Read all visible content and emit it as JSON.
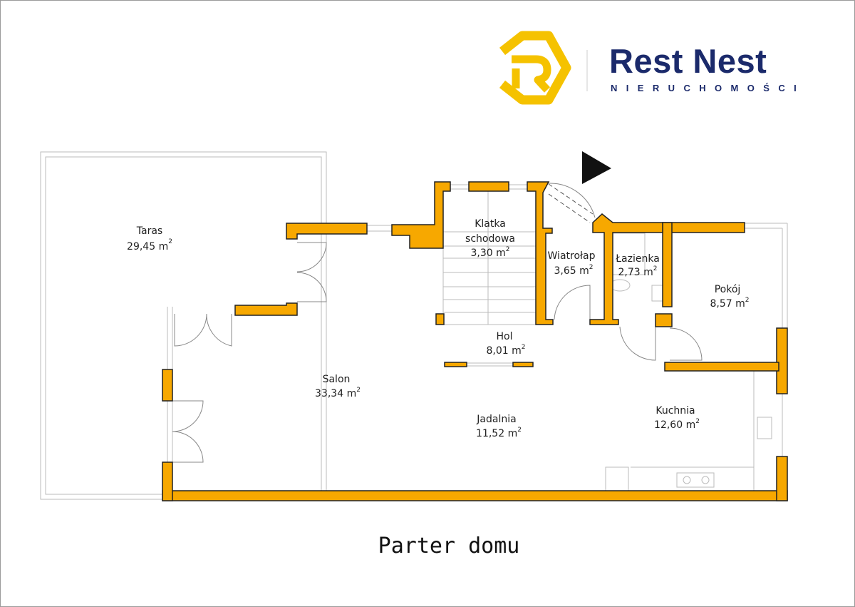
{
  "brand": {
    "name": "Rest Nest",
    "tagline": "NIERUCHOMOŚCI",
    "logo_letter": "R",
    "logo_color": "#F5C200",
    "text_color": "#1b2a6b"
  },
  "caption": "Parter domu",
  "wall_color": "#F7A800",
  "area_unit": "m",
  "area_exp": "2",
  "rooms": [
    {
      "name": "Taras",
      "area": "29,45"
    },
    {
      "name": "Klatka schodowa",
      "line1": "Klatka",
      "line2": "schodowa",
      "area": "3,30"
    },
    {
      "name": "Wiatrołap",
      "area": "3,65"
    },
    {
      "name": "Łazienka",
      "area": "2,73"
    },
    {
      "name": "Pokój",
      "area": "8,57"
    },
    {
      "name": "Hol",
      "area": "8,01"
    },
    {
      "name": "Salon",
      "area": "33,34"
    },
    {
      "name": "Jadalnia",
      "area": "11,52"
    },
    {
      "name": "Kuchnia",
      "area": "12,60"
    }
  ]
}
